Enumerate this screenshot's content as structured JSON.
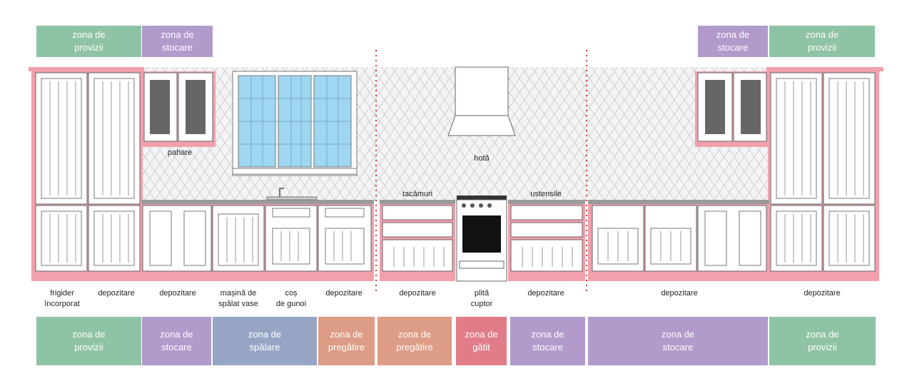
{
  "colors": {
    "provizii": "#8fc3a5",
    "stocare": "#b29acb",
    "spalare": "#97a5c5",
    "pregatire": "#dd9c85",
    "gatit": "#e07d88",
    "cabinet_frame": "#f2a0ab",
    "divider": "#d63b3b"
  },
  "top_zones": {
    "left_provizii": "zona de\nprovizii",
    "left_stocare": "zona de\nstocare",
    "right_stocare": "zona de\nstocare",
    "right_provizii": "zona de\nprovizii"
  },
  "upper_labels": {
    "pahare": "pahare",
    "hota": "hotă",
    "tacamuri": "tacâmuri",
    "ustensile": "ustensile"
  },
  "item_labels": {
    "frigider": "frigider\nîncorporat",
    "depozitare_1": "depozitare",
    "depozitare_2": "depozitare",
    "masina": "mașină de\nspălat vase",
    "cos": "coș\nde gunoi",
    "depozitare_3": "depozitare",
    "depozitare_4": "depozitare",
    "plita": "plită\ncuptor",
    "depozitare_5": "depozitare",
    "depozitare_6": "depozitare",
    "depozitare_7": "depozitare"
  },
  "bottom_zones": {
    "provizii_left": "zona de\nprovizii",
    "stocare_1": "zona de\nstocare",
    "spalare": "zona de\nspălare",
    "pregatire_1": "zona de\npregătire",
    "pregatire_2": "zona de\npregătire",
    "gatit": "zona de\ngătit",
    "stocare_2": "zona de\nstocare",
    "stocare_3": "zona de\nstocare",
    "provizii_right": "zona de\nprovizii"
  }
}
